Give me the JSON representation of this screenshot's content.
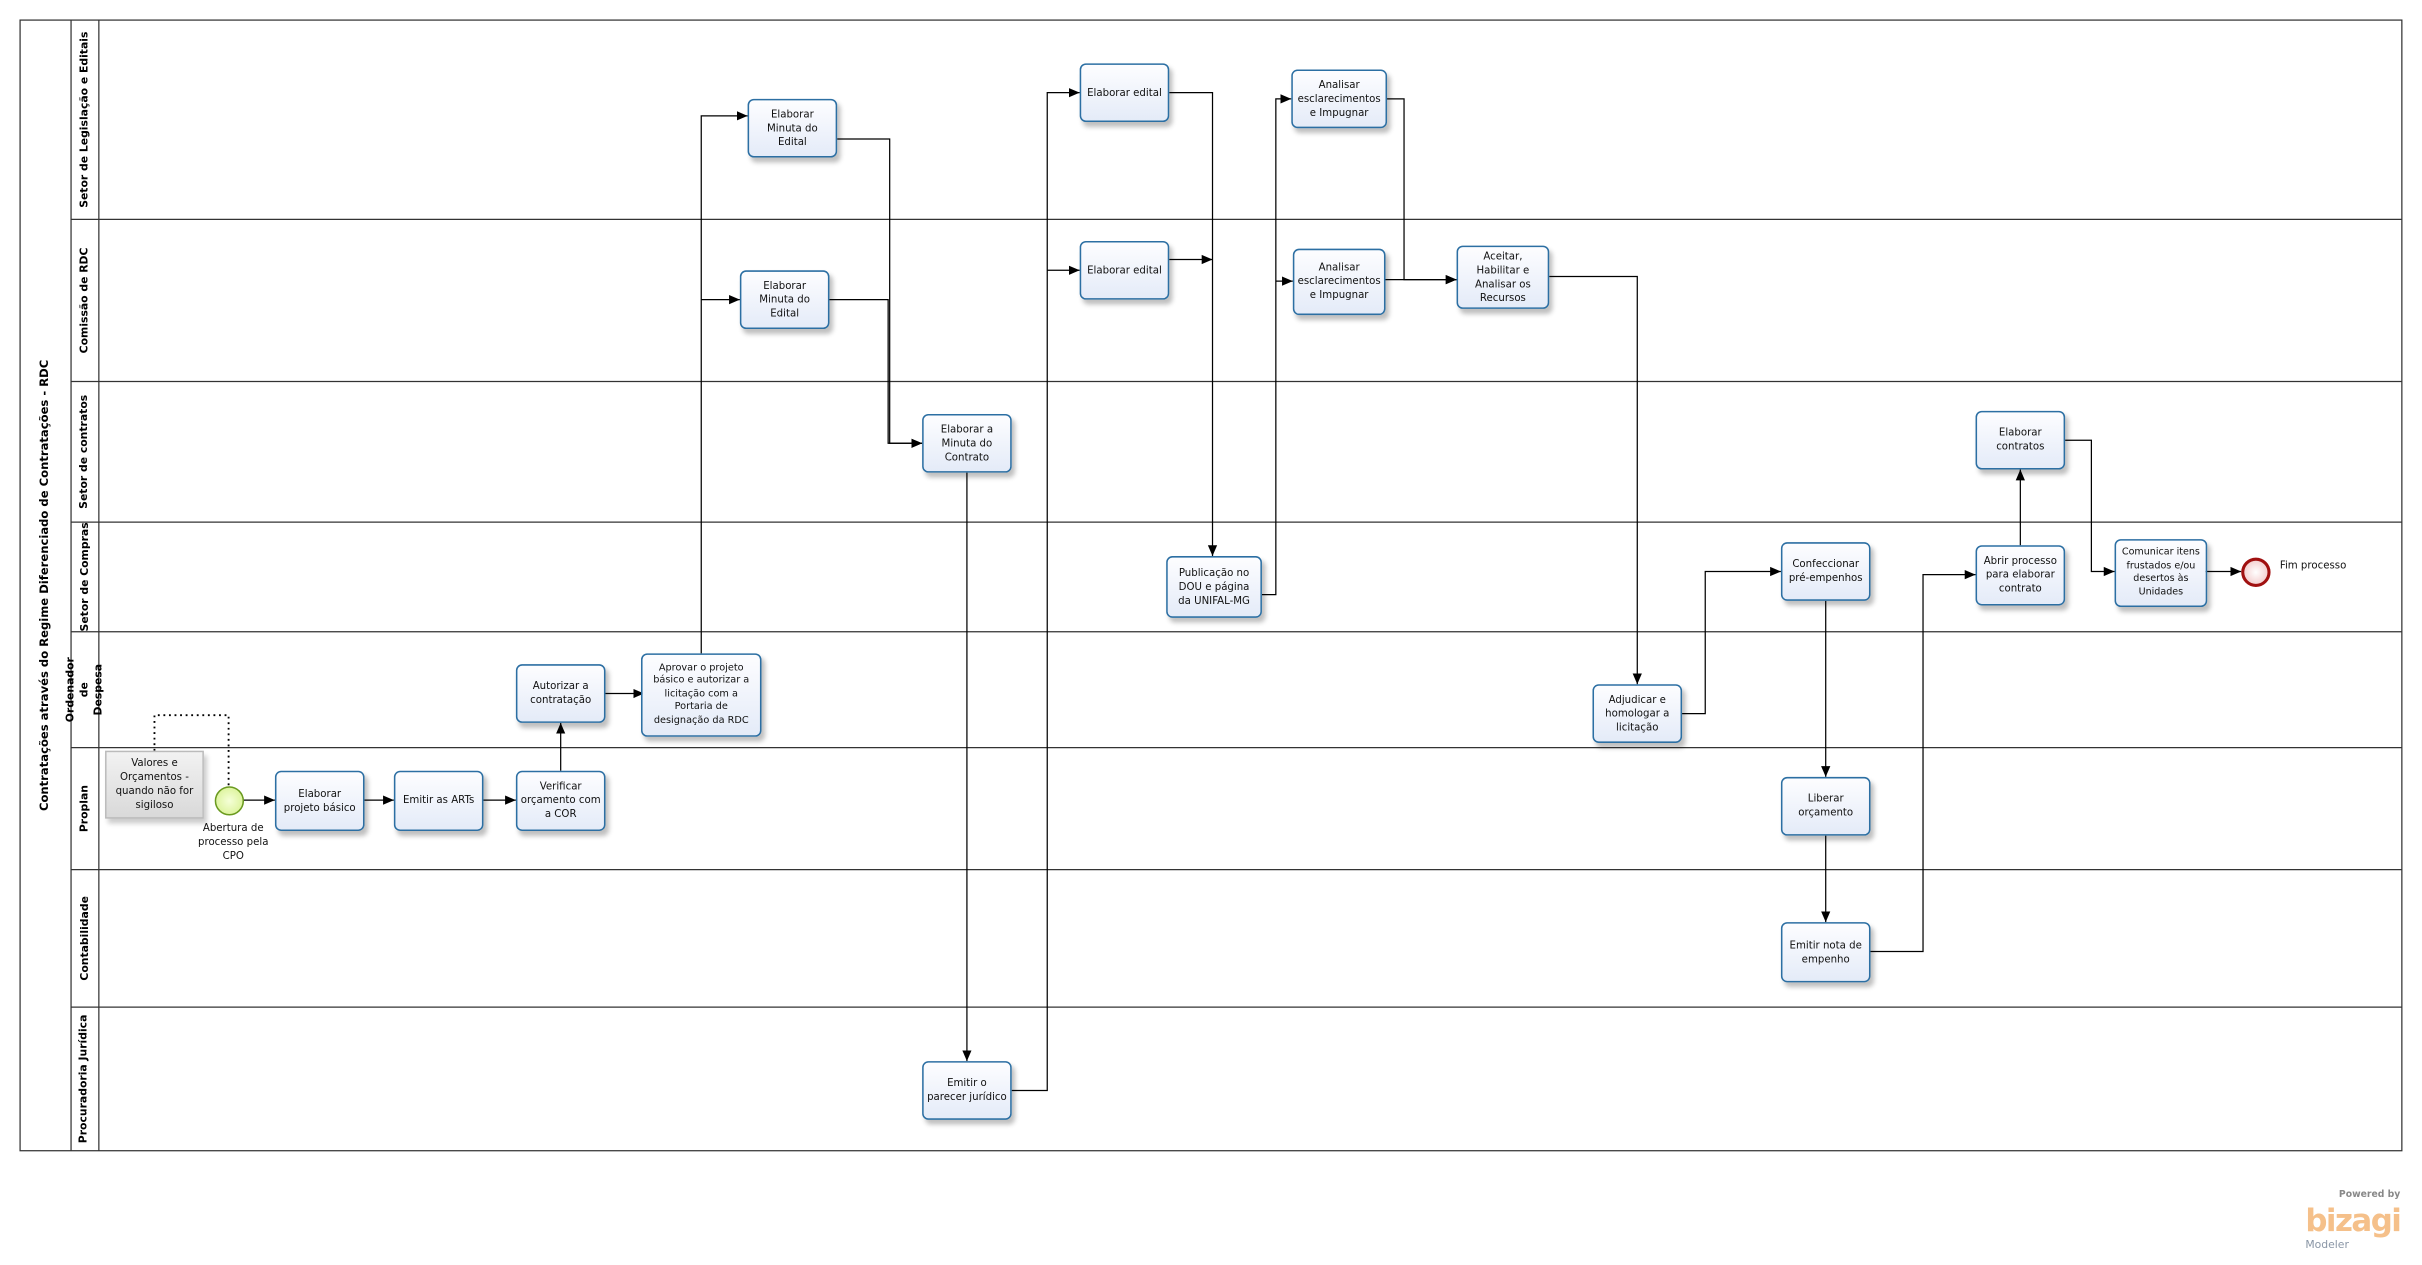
{
  "pool": {
    "title": "Contratações através do Regime Diferenciado de Contratações - RDC"
  },
  "lanes": [
    "Setor de Legislação  e Editais",
    "Comissão  de RDC",
    "Setor de contratos",
    "Setor de Compras",
    "Ordenador de Despesa",
    "Proplan",
    "Contabilidade",
    "Procuradoria Jurídica"
  ],
  "tasks": {
    "minuta_edital_leg": "Elaborar Minuta do Edital",
    "minuta_edital_rdc": "Elaborar Minuta do Edital",
    "minuta_contrato": "Elaborar a Minuta do Contrato",
    "parecer": "Emitir o parecer jurídico",
    "edital_leg": "Elaborar edital",
    "edital_rdc": "Elaborar edital",
    "analisar_leg": "Analisar esclarecimentos e Impugnar",
    "analisar_rdc": "Analisar esclarecimentos e Impugnar",
    "aceitar": "Aceitar, Habilitar e Analisar os Recursos",
    "publicacao": "Publicação no DOU e página da UNIFAL-MG",
    "adjudicar": "Adjudicar e homologar a licitação",
    "confeccionar": "Confeccionar pré-empenhos",
    "liberar": "Liberar orçamento",
    "nota_empenho": "Emitir nota de empenho",
    "abrir_processo": "Abrir processo para elaborar contrato",
    "elaborar_contratos": "Elaborar contratos",
    "comunicar": "Comunicar itens frustados e/ou desertos às Unidades",
    "autorizar": "Autorizar a contratação",
    "aprovar": "Aprovar o projeto básico e autorizar a licitação com a Portaria de designação da RDC",
    "projeto_basico": "Elaborar projeto básico",
    "arts": "Emitir as ARTs",
    "verificar": "Verificar orçamento com a COR"
  },
  "events": {
    "start": "Abertura de processo pela CPO",
    "end": "Fim processo"
  },
  "annotation": "Valores e Orçamentos - quando não for sigiloso",
  "logo": {
    "powered": "Powered by",
    "brand": "bizagi",
    "product": "Modeler"
  },
  "colors": {
    "task_border": "#2c6fa3",
    "start": "#6a9a1f",
    "end": "#a01010"
  }
}
